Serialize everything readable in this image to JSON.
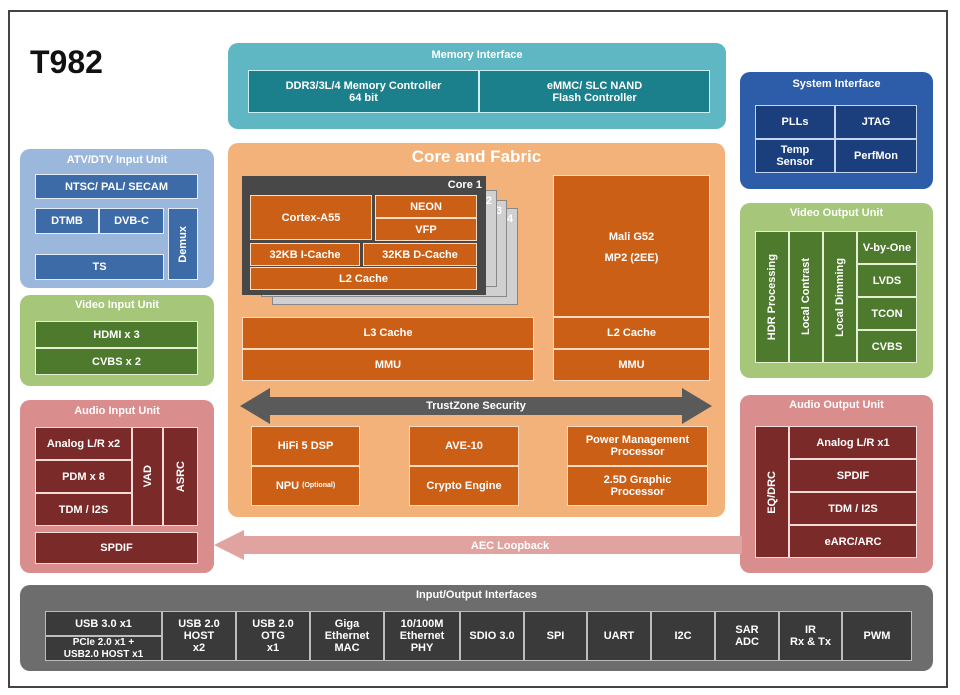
{
  "title": "T982",
  "memory": {
    "title": "Memory Interface",
    "ddr": "DDR3/3L/4  Memory Controller\n64 bit",
    "emmc": "eMMC/ SLC NAND\nFlash Controller"
  },
  "system": {
    "title": "System Interface",
    "plls": "PLLs",
    "jtag": "JTAG",
    "temp": "Temp\nSensor",
    "perfmon": "PerfMon"
  },
  "atv": {
    "title": "ATV/DTV Input Unit",
    "ntsc": "NTSC/ PAL/ SECAM",
    "dtmb": "DTMB",
    "dvbc": "DVB-C",
    "ts": "TS",
    "demux": "Demux"
  },
  "video_in": {
    "title": "Video Input Unit",
    "hdmi": "HDMI x 3",
    "cvbs": "CVBS x 2"
  },
  "video_out": {
    "title": "Video Output Unit",
    "hdr": "HDR Processing",
    "local_contrast": "Local Contrast",
    "local_dimming": "Local Dimming",
    "vbyone": "V-by-One",
    "lvds": "LVDS",
    "tcon": "TCON",
    "cvbs": "CVBS"
  },
  "audio_in": {
    "title": "Audio Input Unit",
    "analog": "Analog L/R x2",
    "pdm": "PDM x 8",
    "tdm": "TDM / I2S",
    "vad": "VAD",
    "asrc": "ASRC",
    "spdif": "SPDIF"
  },
  "audio_out": {
    "title": "Audio Output Unit",
    "eqdrc": "EQ/DRC",
    "analog": "Analog L/R x1",
    "spdif": "SPDIF",
    "tdm": "TDM / I2S",
    "earc": "eARC/ARC"
  },
  "core": {
    "title": "Core and Fabric",
    "core1": "Core 1",
    "n2": "2",
    "n3": "3",
    "n4": "4",
    "cortex": "Cortex-A55",
    "neon": "NEON",
    "vfp": "VFP",
    "icache": "32KB I-Cache",
    "dcache": "32KB D-Cache",
    "l2": "L2 Cache",
    "l3": "L3 Cache",
    "mmu": "MMU",
    "mali": "Mali G52",
    "mp2": "MP2 (2EE)",
    "gpu_l2": "L2 Cache",
    "gpu_mmu": "MMU",
    "trustzone": "TrustZone Security",
    "hifi": "HiFi 5 DSP",
    "npu": "NPU",
    "npu_opt": "(Optional)",
    "ave": "AVE-10",
    "crypto": "Crypto Engine",
    "pmp": "Power Management\nProcessor",
    "graphic": "2.5D Graphic\nProcessor"
  },
  "aec": "AEC Loopback",
  "io": {
    "title": "Input/Output Interfaces",
    "usb3": "USB 3.0 x1",
    "pcie": "PCIe 2.0 x1 +\nUSB2.0 HOST x1",
    "items": [
      "USB 2.0\nHOST\nx2",
      "USB 2.0\nOTG\nx1",
      "Giga\nEthernet\nMAC",
      "10/100M\nEthernet\nPHY",
      "SDIO 3.0",
      "SPI",
      "UART",
      "I2C",
      "SAR\nADC",
      "IR\nRx & Tx",
      "PWM"
    ]
  }
}
